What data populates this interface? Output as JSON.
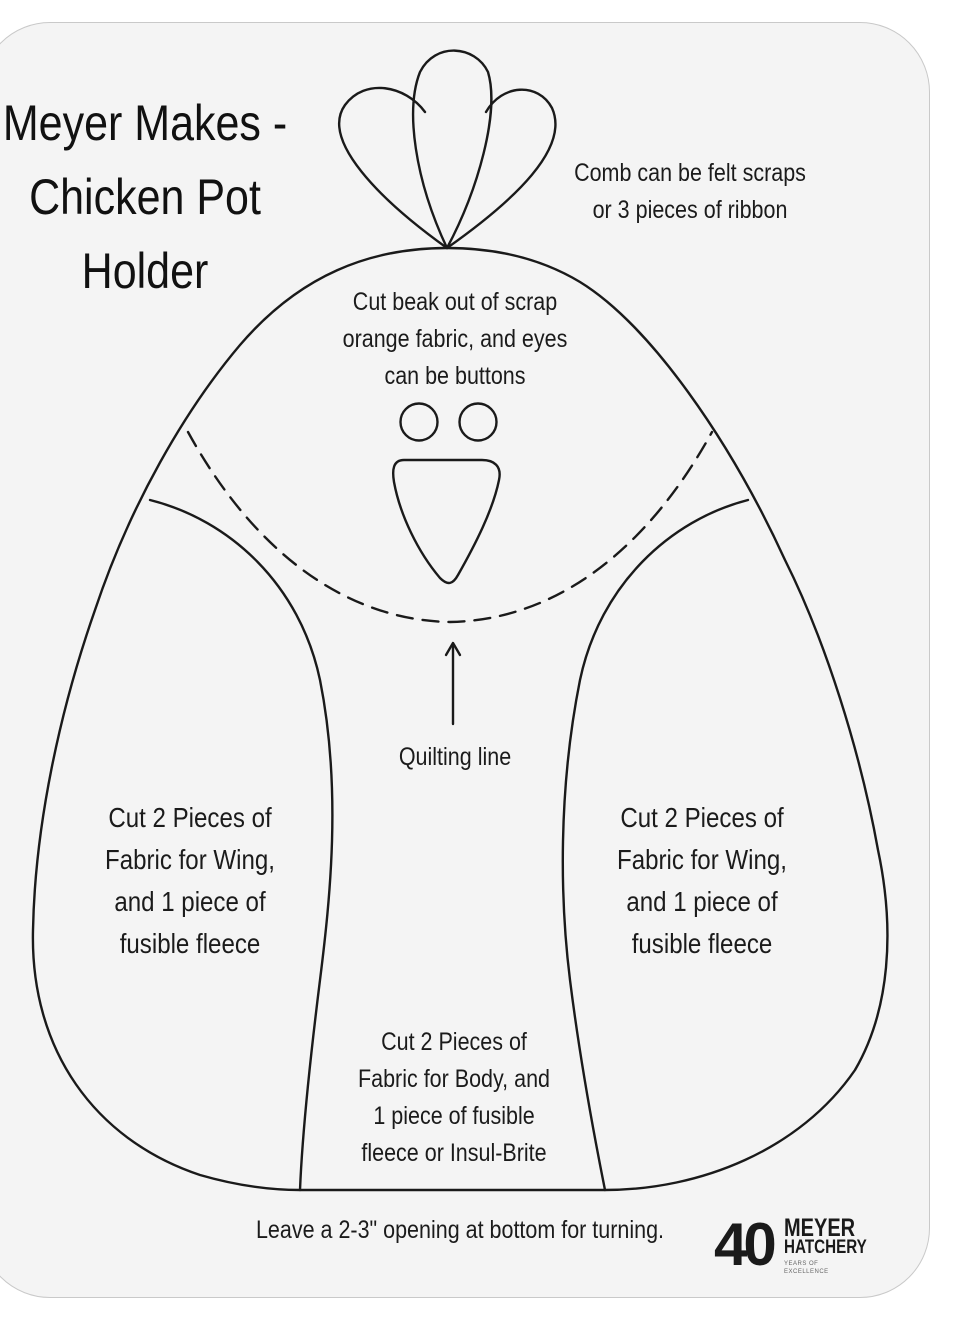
{
  "title": "Meyer Makes -\nChicken Pot\nHolder",
  "labels": {
    "comb": "Comb can be felt scraps\nor 3 pieces of ribbon",
    "beak_eyes": "Cut beak out of scrap\norange fabric, and eyes\ncan be buttons",
    "quilting_line": "Quilting line",
    "wing_left": "Cut 2 Pieces of\nFabric for Wing,\nand 1 piece of\nfusible fleece",
    "wing_right": "Cut 2 Pieces of\nFabric for Wing,\nand 1 piece of\nfusible fleece",
    "body": "Cut 2 Pieces of\nFabric for Body, and\n1 piece of fusible\nfleece or Insul-Brite",
    "bottom": "Leave a 2-3\" opening at bottom for turning."
  },
  "logo": {
    "number": "40",
    "brand_line1": "MEYER",
    "brand_line2": "HATCHERY",
    "tagline": "YEARS OF EXCELLENCE"
  },
  "colors": {
    "card_background": "#f4f4f4",
    "outline": "#1a1a1a",
    "text": "#1b1b1b"
  }
}
